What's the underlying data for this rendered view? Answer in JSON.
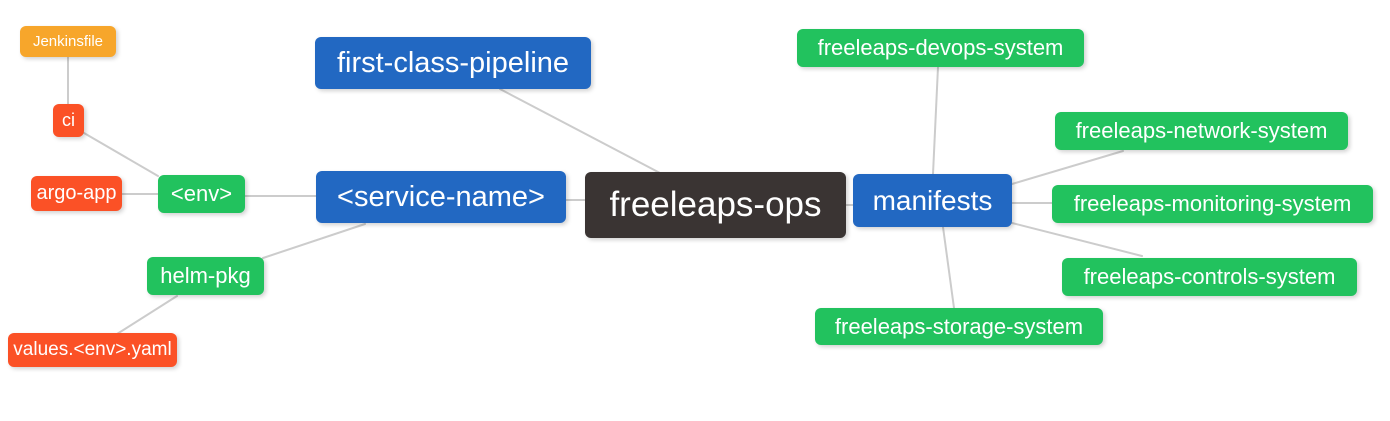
{
  "palette": {
    "orange": "#F7A62B",
    "red": "#FB5126",
    "green": "#22C25E",
    "blue": "#2268C2",
    "dark": "#3A3433",
    "edge": "#CCCCCC",
    "text": "#FFFFFF",
    "background": "#FFFFFF"
  },
  "diagram": {
    "type": "mindmap",
    "root_label": "freeleaps-ops"
  },
  "nodes": {
    "jenkinsfile": {
      "label": "Jenkinsfile",
      "color": "orange"
    },
    "ci": {
      "label": "ci",
      "color": "red"
    },
    "argo_app": {
      "label": "argo-app",
      "color": "red"
    },
    "env": {
      "label": "<env>",
      "color": "green"
    },
    "service_name": {
      "label": "<service-name>",
      "color": "blue"
    },
    "helm_pkg": {
      "label": "helm-pkg",
      "color": "green"
    },
    "values_env_yaml": {
      "label": "values.<env>.yaml",
      "color": "red"
    },
    "first_class_pipeline": {
      "label": "first-class-pipeline",
      "color": "blue"
    },
    "freeleaps_ops": {
      "label": "freeleaps-ops",
      "color": "dark"
    },
    "manifests": {
      "label": "manifests",
      "color": "blue"
    },
    "devops_system": {
      "label": "freeleaps-devops-system",
      "color": "green"
    },
    "network_system": {
      "label": "freeleaps-network-system",
      "color": "green"
    },
    "monitoring_system": {
      "label": "freeleaps-monitoring-system",
      "color": "green"
    },
    "controls_system": {
      "label": "freeleaps-controls-system",
      "color": "green"
    },
    "storage_system": {
      "label": "freeleaps-storage-system",
      "color": "green"
    }
  },
  "edges": [
    {
      "from": "jenkinsfile",
      "to": "ci"
    },
    {
      "from": "ci",
      "to": "env"
    },
    {
      "from": "argo_app",
      "to": "env"
    },
    {
      "from": "env",
      "to": "service_name"
    },
    {
      "from": "helm_pkg",
      "to": "service_name"
    },
    {
      "from": "helm_pkg",
      "to": "values_env_yaml"
    },
    {
      "from": "service_name",
      "to": "freeleaps_ops"
    },
    {
      "from": "first_class_pipeline",
      "to": "freeleaps_ops"
    },
    {
      "from": "freeleaps_ops",
      "to": "manifests"
    },
    {
      "from": "manifests",
      "to": "devops_system"
    },
    {
      "from": "manifests",
      "to": "network_system"
    },
    {
      "from": "manifests",
      "to": "monitoring_system"
    },
    {
      "from": "manifests",
      "to": "controls_system"
    },
    {
      "from": "manifests",
      "to": "storage_system"
    }
  ]
}
